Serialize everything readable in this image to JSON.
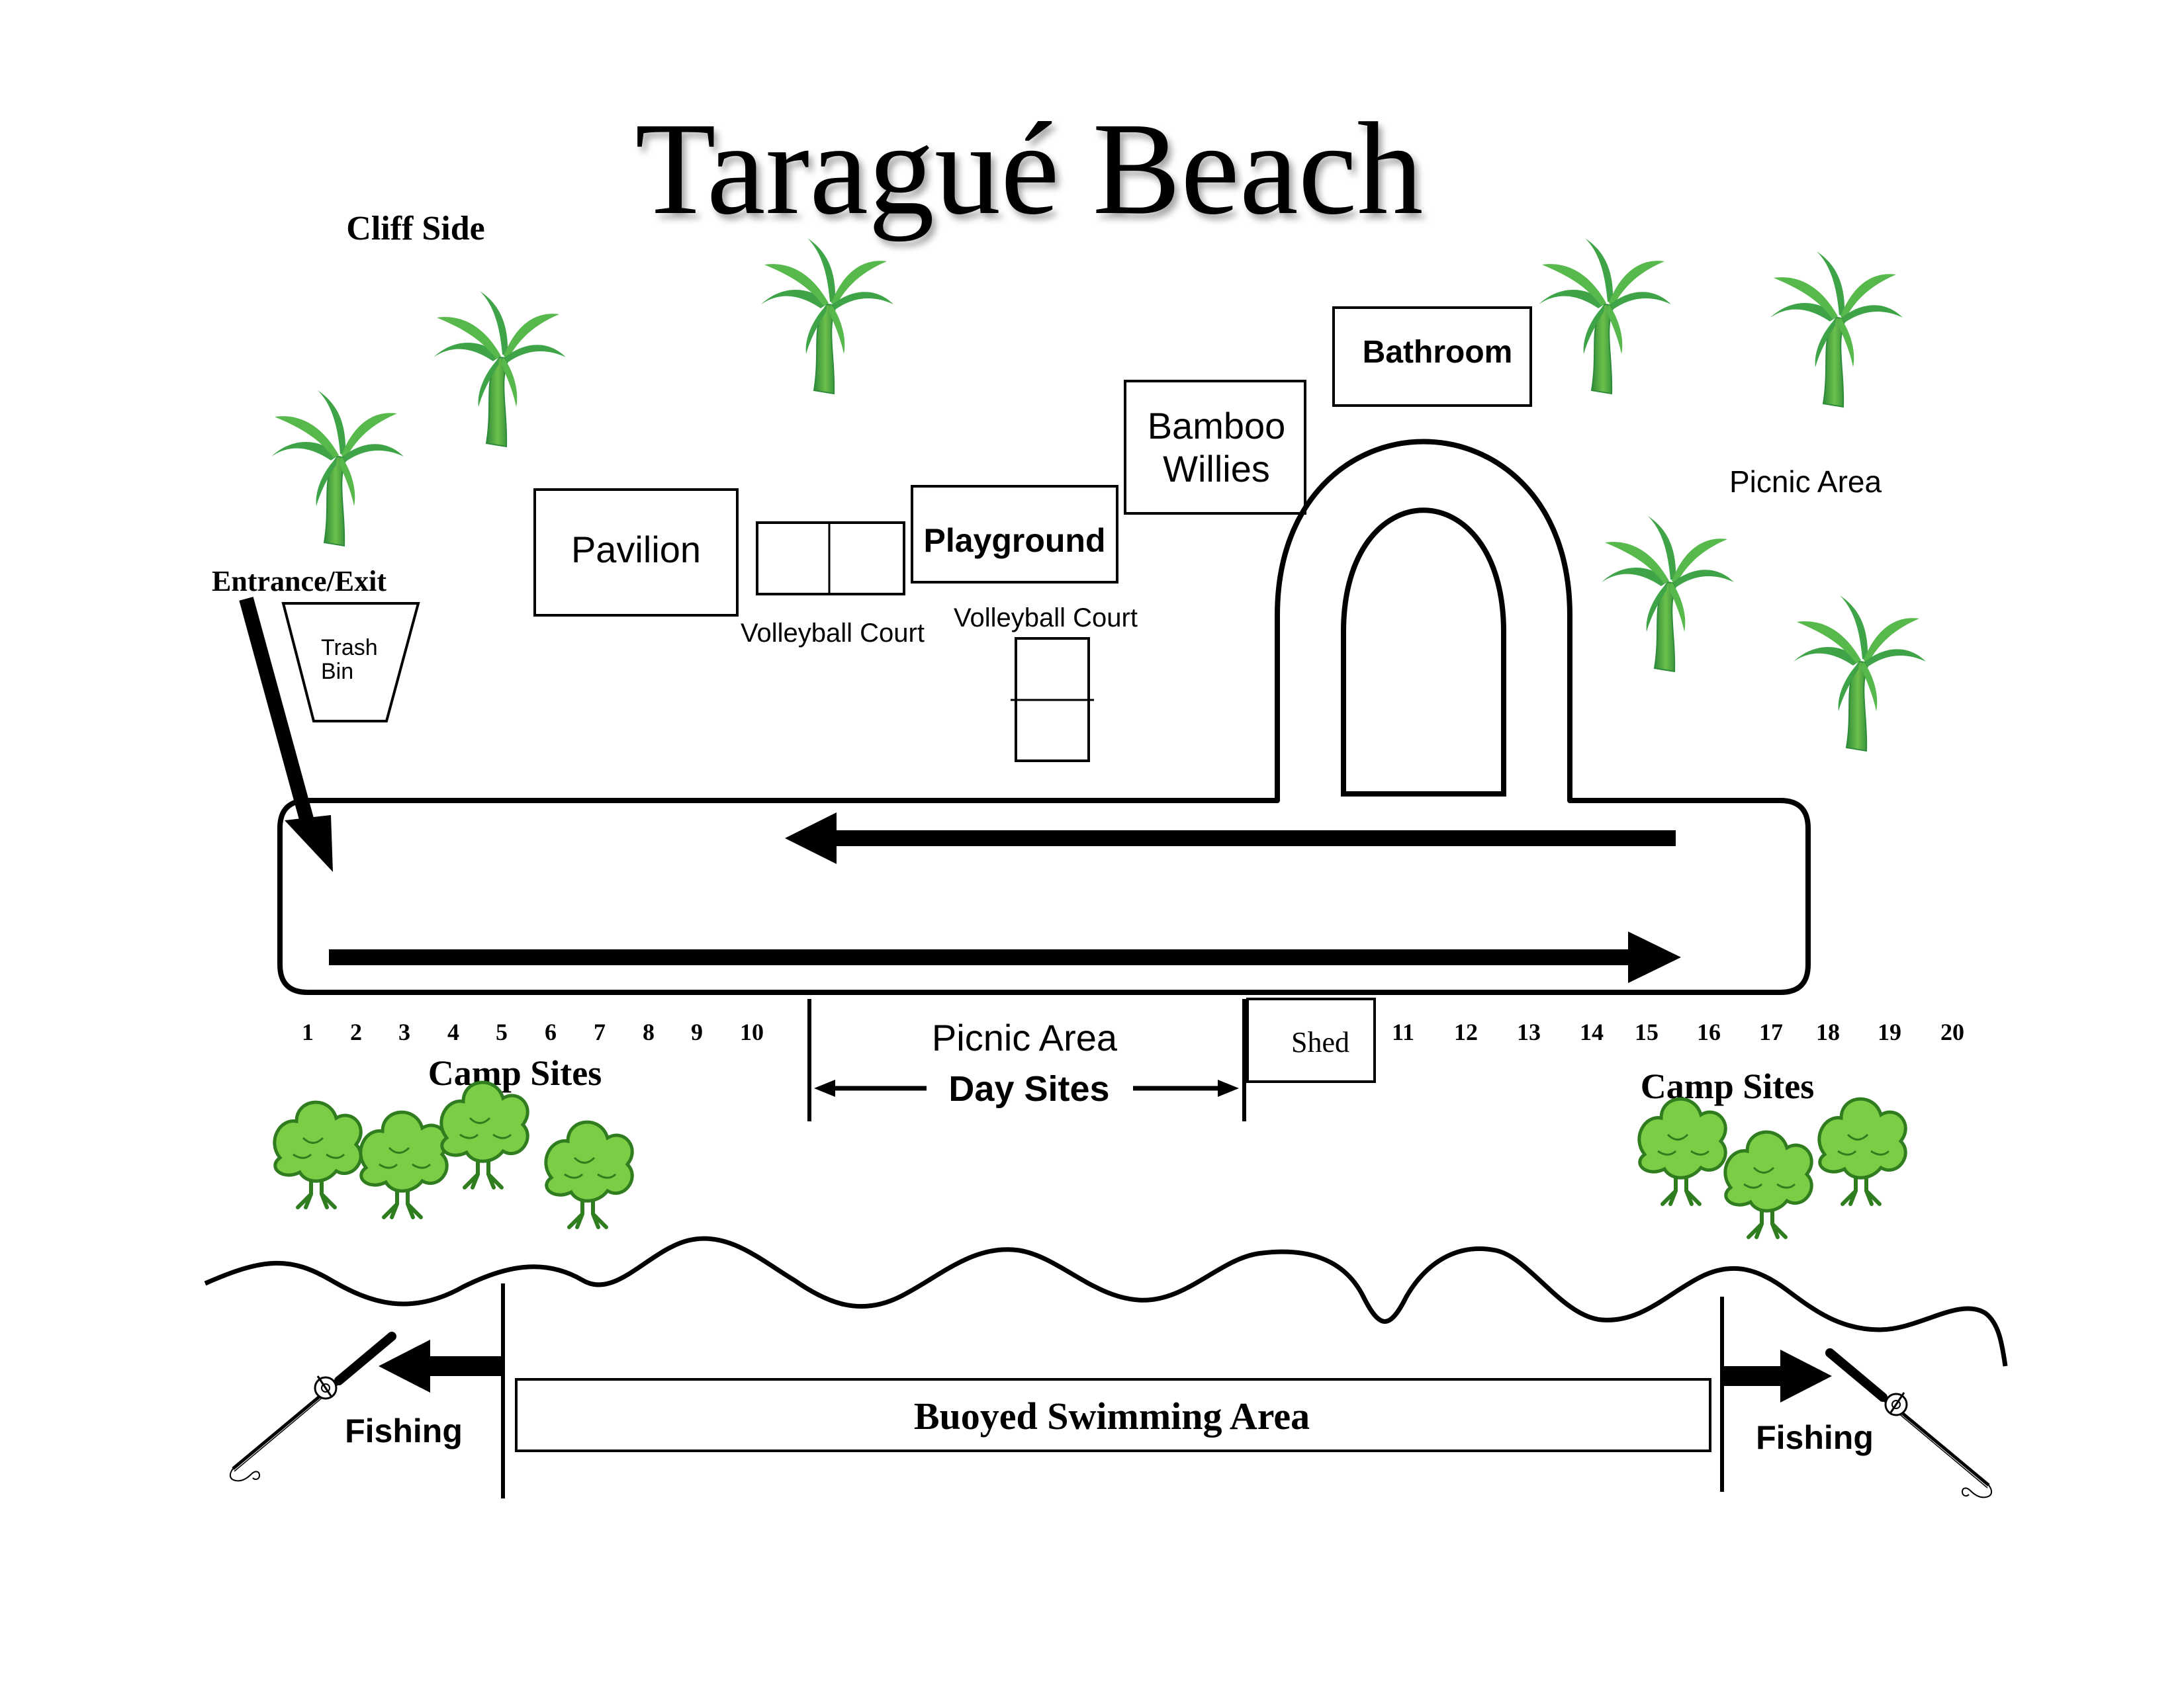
{
  "title": "Taragué Beach",
  "labels": {
    "cliff_side": "Cliff Side",
    "entrance_exit": "Entrance/Exit",
    "trash_bin_line1": "Trash",
    "trash_bin_line2": "Bin",
    "pavilion": "Pavilion",
    "volleyball_court_1": "Volleyball Court",
    "playground": "Playground",
    "volleyball_court_2": "Volleyball Court",
    "bamboo_willies_line1": "Bamboo",
    "bamboo_willies_line2": "Willies",
    "bathroom": "Bathroom",
    "picnic_area_top": "Picnic Area",
    "picnic_area_bottom": "Picnic Area",
    "day_sites": "Day Sites",
    "shed": "Shed",
    "camp_sites_left": "Camp Sites",
    "camp_sites_right": "Camp Sites",
    "buoyed_swimming_area": "Buoyed Swimming Area",
    "fishing_left": "Fishing",
    "fishing_right": "Fishing"
  },
  "site_numbers_left": [
    "1",
    "2",
    "3",
    "4",
    "5",
    "6",
    "7",
    "8",
    "9",
    "10"
  ],
  "site_numbers_right": [
    "11",
    "12",
    "13",
    "14",
    "15",
    "16",
    "17",
    "18",
    "19",
    "20"
  ],
  "icons": {
    "palm": "palm-tree-icon",
    "bush": "bush-tree-icon",
    "fishing_rod": "fishing-rod-icon"
  },
  "colors": {
    "palm_dark": "#2e8b3a",
    "palm_light": "#6cc04a",
    "bush_fill": "#7ccc45",
    "bush_stroke": "#2f7d1f"
  }
}
